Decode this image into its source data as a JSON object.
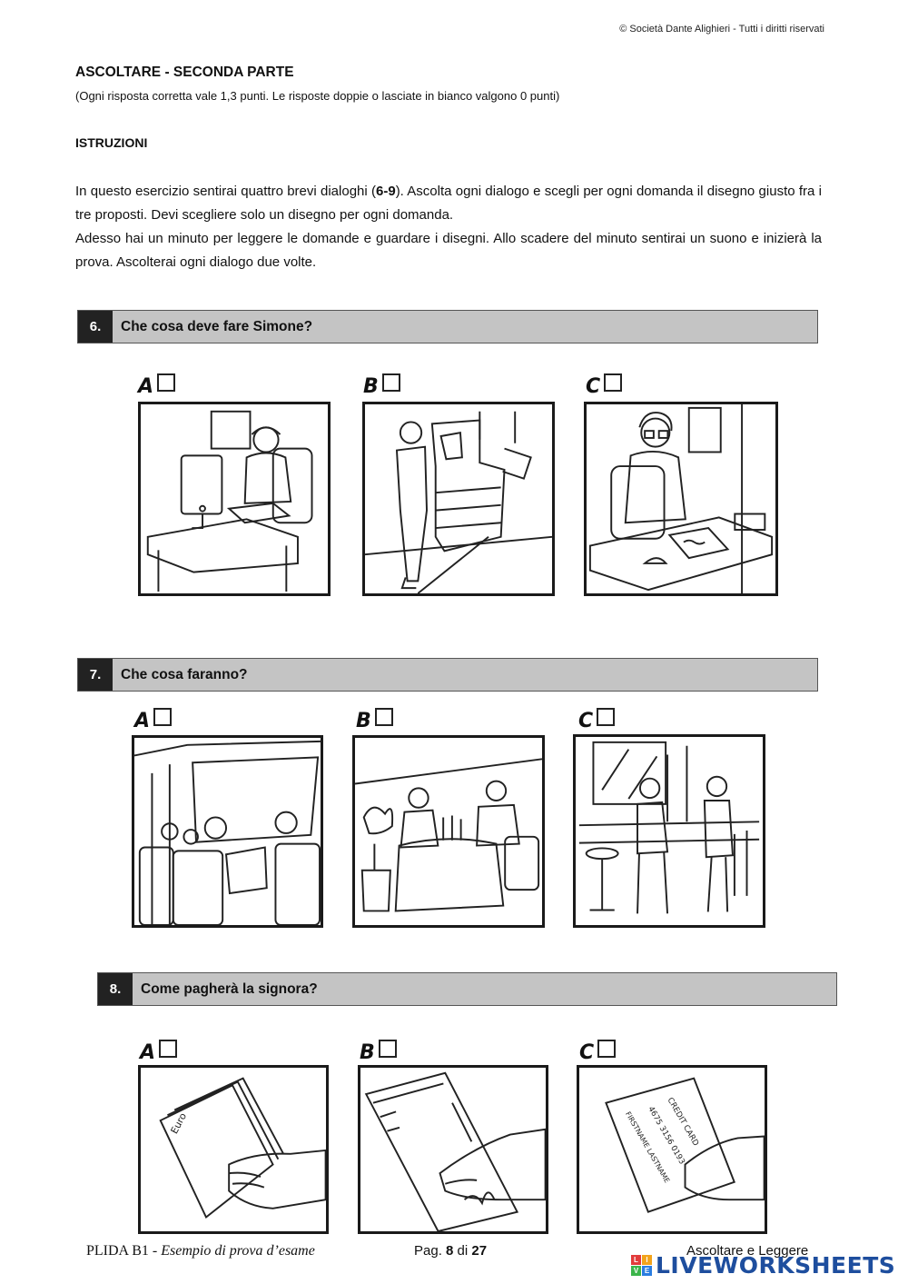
{
  "header": {
    "copyright": "© Società Dante Alighieri - Tutti i diritti riservati",
    "section_title": "ASCOLTARE - SECONDA PARTE",
    "scoring_note": "(Ogni risposta corretta vale 1,3 punti. Le risposte doppie o lasciate in bianco valgono 0 punti)"
  },
  "instructions": {
    "heading": "ISTRUZIONI",
    "p1_before": "In questo esercizio sentirai quattro brevi dialoghi (",
    "p1_bold": "6-9",
    "p1_after": "). Ascolta ogni dialogo e scegli per ogni domanda il disegno giusto fra i tre proposti. Devi scegliere solo un disegno per ogni domanda.",
    "p2": "Adesso hai un minuto per leggere le domande e guardare i disegni. Allo scadere del minuto sentirai un suono e inizierà la prova. Ascolterai ogni dialogo due volte."
  },
  "questions": [
    {
      "number": "6.",
      "text": "Che cosa deve fare Simone?",
      "options": [
        {
          "letter": "A",
          "image": "woman at computer desk"
        },
        {
          "letter": "B",
          "image": "man at photocopier"
        },
        {
          "letter": "C",
          "image": "man writing at desk"
        }
      ]
    },
    {
      "number": "7.",
      "text": "Che cosa faranno?",
      "options": [
        {
          "letter": "A",
          "image": "people at cinema"
        },
        {
          "letter": "B",
          "image": "couple dining at restaurant"
        },
        {
          "letter": "C",
          "image": "couple at bar"
        }
      ]
    },
    {
      "number": "8.",
      "text": "Come pagherà la signora?",
      "options": [
        {
          "letter": "A",
          "image": "hand holding cash"
        },
        {
          "letter": "B",
          "image": "hand holding cheque"
        },
        {
          "letter": "C",
          "image": "hand holding credit card"
        }
      ]
    }
  ],
  "footer": {
    "exam": "PLIDA B1",
    "subtitle": " - Esempio di prova d’esame",
    "page_prefix": "Pag. ",
    "page_current": "8",
    "page_of": " di ",
    "page_total": "27",
    "section": "Ascoltare e Leggere"
  },
  "watermark": {
    "brand": "LIVEWORKSHEETS",
    "icon_letters": [
      "L",
      "I",
      "V",
      "E"
    ],
    "icon_colors": [
      "#e23b3b",
      "#f2a31b",
      "#3bb54a",
      "#2a7de1"
    ],
    "text_color": "#1e4e9e"
  },
  "card_data": {
    "cheque_label": "Euro",
    "card_text": "CREDIT CARD",
    "card_number": "4675 3156 0193",
    "card_name": "FIRSTNAME LASTNAME"
  }
}
